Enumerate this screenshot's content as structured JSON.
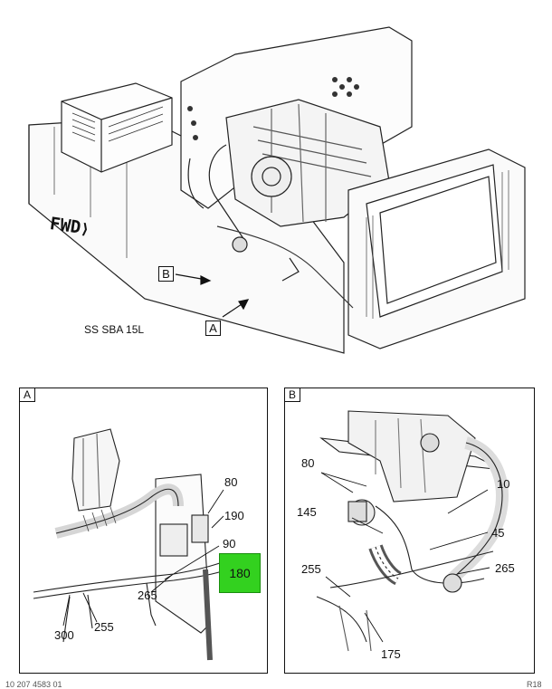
{
  "main_view": {
    "fwd_label": "FWD",
    "callout_b": "B",
    "callout_a": "A",
    "model_label": "SS SBA 15L"
  },
  "detail_a": {
    "tag": "A",
    "parts": [
      "80",
      "190",
      "90",
      "180",
      "265",
      "300",
      "255"
    ],
    "highlighted": "180"
  },
  "detail_b": {
    "tag": "B",
    "parts": [
      "80",
      "10",
      "145",
      "45",
      "255",
      "265",
      "175"
    ]
  },
  "footer": {
    "left": "10 207 4583 01",
    "right": "R18"
  },
  "colors": {
    "highlight": "#33d11f",
    "line": "#111111"
  }
}
